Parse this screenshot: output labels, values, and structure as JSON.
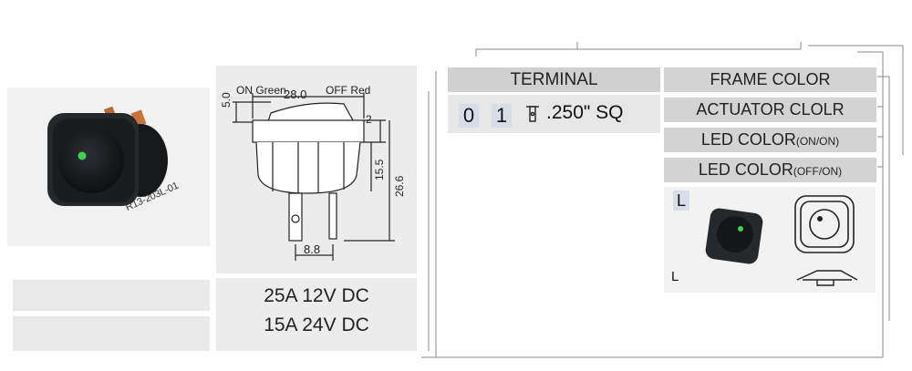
{
  "product": {
    "part_number": "R13-203L-01"
  },
  "drawing": {
    "label_on": "ON Green",
    "label_off": "OFF Red",
    "dim_width": "28.0",
    "dim_top": "5.0",
    "dim_step": "2",
    "dim_body": "15.5",
    "dim_total": "26.6",
    "dim_pin": "8.8"
  },
  "ratings": {
    "line1": "25A 12V DC",
    "line2": "15A 24V DC"
  },
  "terminal": {
    "header": "TERMINAL",
    "code_0": "0",
    "code_1": "1",
    "size": ".250\" SQ"
  },
  "options": {
    "frame_color": "FRAME COLOR",
    "actuator_color": "ACTUATOR CLOLR",
    "led_on_main": "LED COLOR",
    "led_on_small": "(ON/ON)",
    "led_off_main": "LED COLOR",
    "led_off_small": "(OFF/ON)",
    "led_code": "L",
    "led_code_caption": "L"
  },
  "colors": {
    "led_green": "#3fd24a",
    "switch_black": "#1c1f22",
    "terminal_copper": "#c9733a"
  }
}
